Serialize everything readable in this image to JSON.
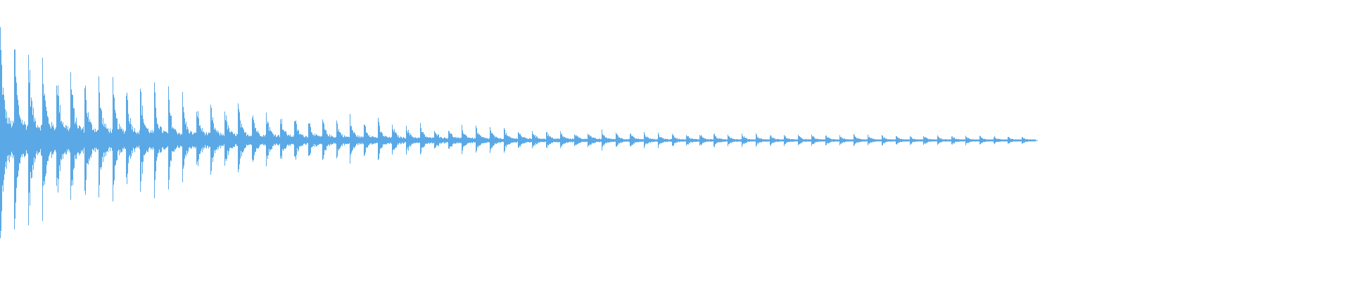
{
  "waveform": {
    "color": "#5aa9e6",
    "background": "#ffffff",
    "played_fraction": 0.0,
    "audio_extent_fraction": 0.766,
    "pulse_count": 74,
    "peak_amplitude": 0.98,
    "tail_amplitude": 0.04
  }
}
